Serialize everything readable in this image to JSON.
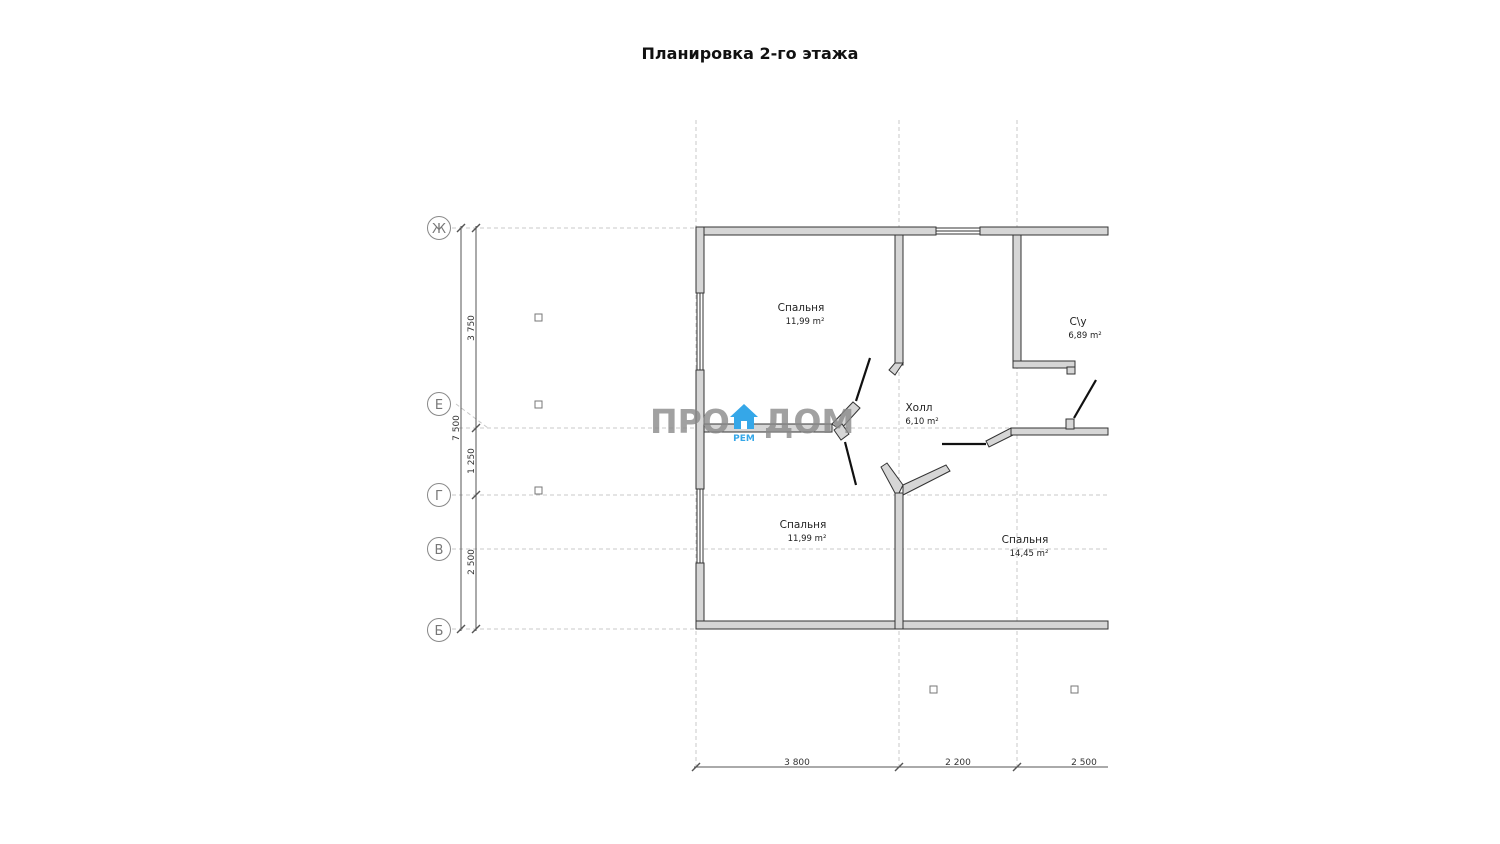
{
  "title": "Планировка 2-го этажа",
  "rooms": [
    {
      "name": "Спальня",
      "area": "11,99 m²"
    },
    {
      "name": "С\\у",
      "area": "6,89 m²"
    },
    {
      "name": "Холл",
      "area": "6,10 m²"
    },
    {
      "name": "Спальня",
      "area": "11,99 m²"
    },
    {
      "name": "Спальня",
      "area": "14,45 m²"
    }
  ],
  "axes": {
    "rows": [
      "Ж",
      "Е",
      "Г",
      "В",
      "Б"
    ]
  },
  "dimensions": {
    "vertical": [
      "3 750",
      "7 500",
      "1 250",
      "2 500"
    ],
    "horizontal": [
      "3 800",
      "2 200",
      "2 500"
    ]
  },
  "logo": {
    "left": "ПРО",
    "right": "ДОМ",
    "sub": "РЕМ"
  },
  "colors": {
    "wall_fill": "#d6d6d6",
    "wall_stroke": "#333333",
    "logo_accent": "#35a7e8"
  }
}
